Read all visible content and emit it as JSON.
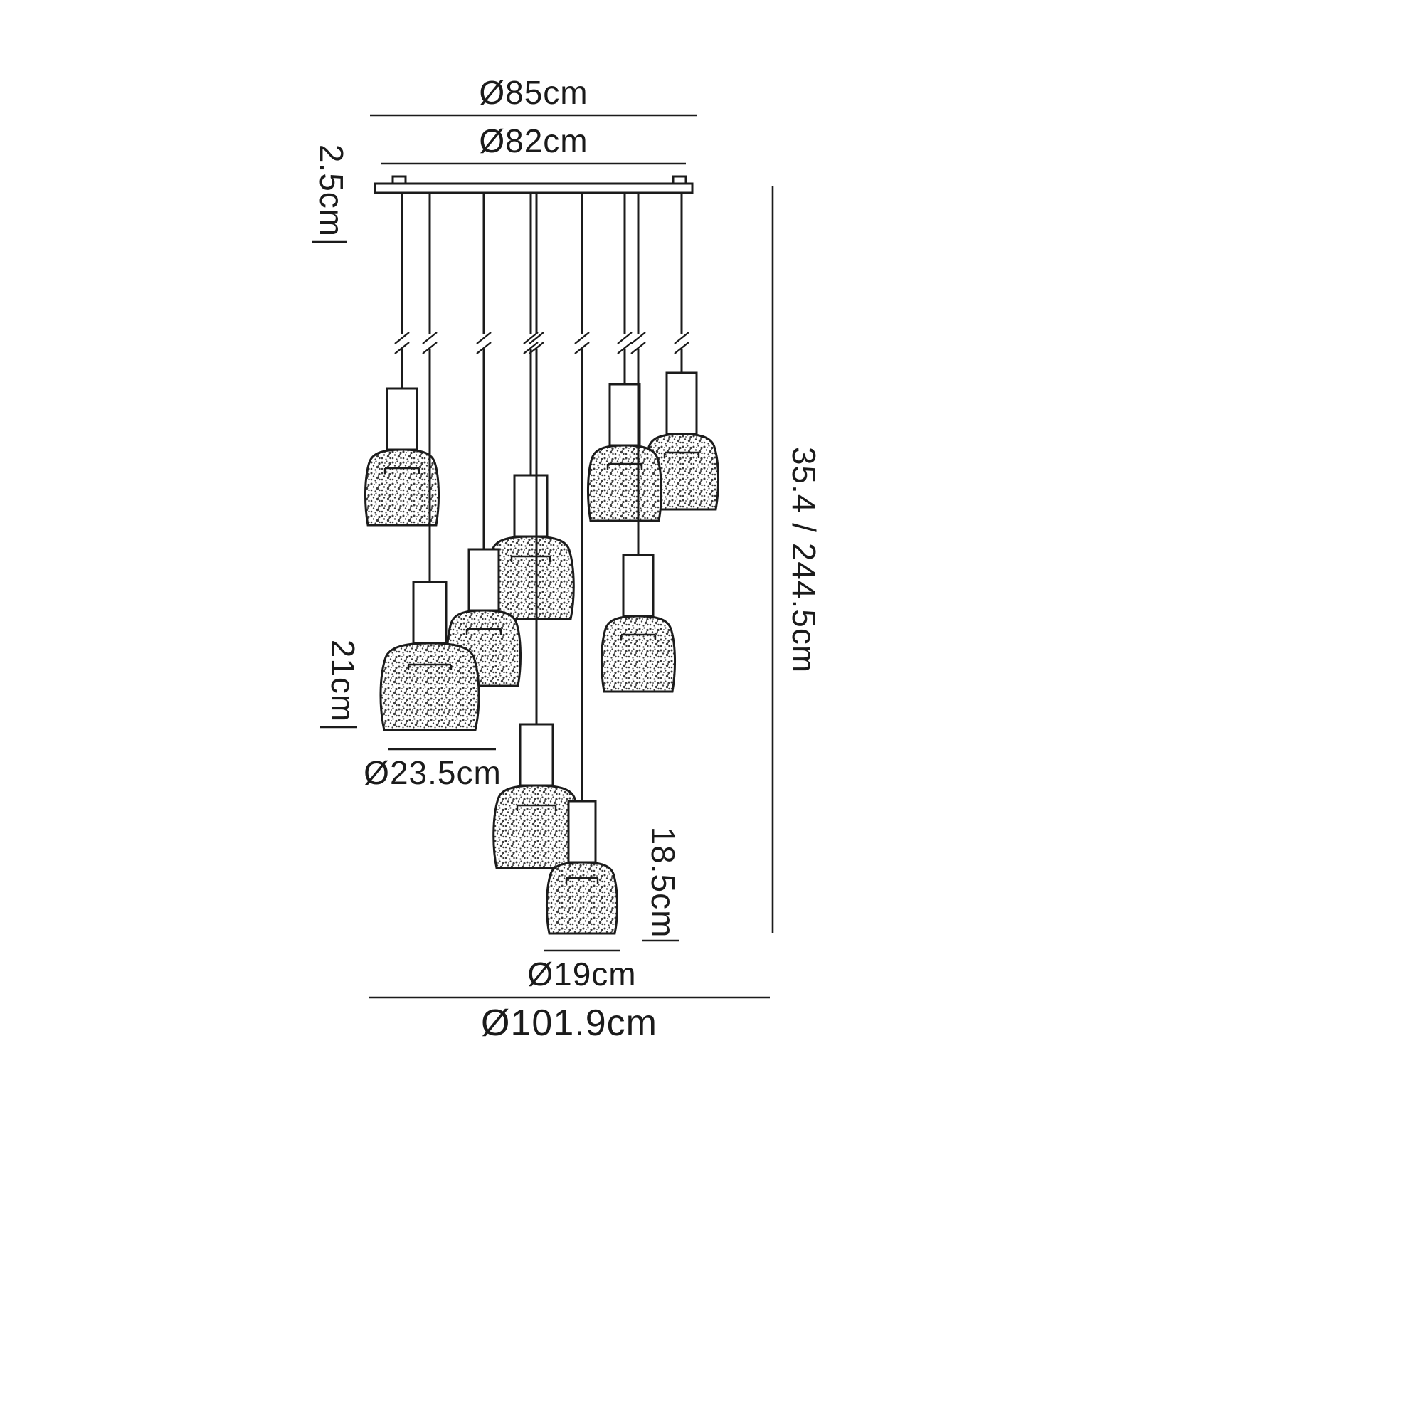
{
  "diagram": {
    "type": "technical-dimension-drawing",
    "subject": "multi-drop pendant ceiling light fixture",
    "colors": {
      "line": "#1b1b1b",
      "background": "#ffffff"
    },
    "pendant_count": 9,
    "dimensions": {
      "canopy_outer_width": "Ø85cm",
      "canopy_inner_width": "Ø82cm",
      "canopy_thickness": "2.5cm",
      "drop_height": "35.4 / 244.5cm",
      "large_shade_height": "21cm",
      "large_shade_diameter": "Ø23.5cm",
      "small_shade_height": "18.5cm",
      "small_shade_diameter": "Ø19cm",
      "overall_spread": "Ø101.9cm"
    }
  }
}
